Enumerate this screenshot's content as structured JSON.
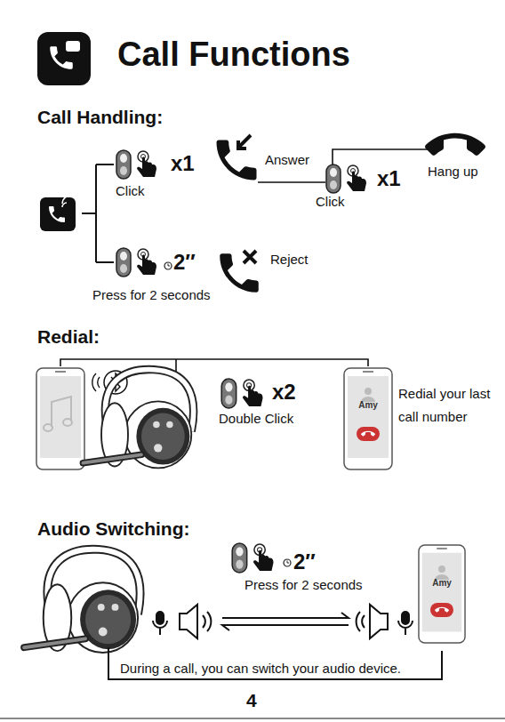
{
  "diagram": {
    "title": "Call Functions",
    "nodes": [
      {
        "text": [
          "Amy"
        ]
      },
      {
        "text": [
          "Amy"
        ]
      }
    ],
    "labels": [
      "Call Handling:",
      "x1",
      "Click",
      "Answer",
      "x1",
      "Click",
      "Hang up",
      "2″",
      "Press for 2 seconds",
      "Reject",
      "Redial:",
      "x2",
      "Double Click",
      "Redial your last call number",
      "Audio Switching:",
      "2″",
      "Press for 2 seconds",
      "During a call, you can switch your audio device.",
      "4"
    ]
  }
}
